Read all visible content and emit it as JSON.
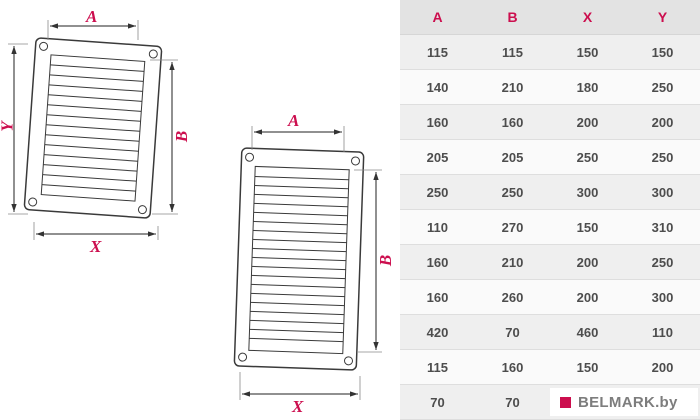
{
  "accent_color": "#cc0e4e",
  "diagram": {
    "grille1": {
      "label_a": "A",
      "label_y": "Y",
      "label_b": "B",
      "label_x": "X"
    },
    "grille2": {
      "label_a": "A",
      "label_b": "B",
      "label_x": "X"
    }
  },
  "table": {
    "columns": [
      "A",
      "B",
      "X",
      "Y"
    ],
    "rows": [
      [
        "115",
        "115",
        "150",
        "150"
      ],
      [
        "140",
        "210",
        "180",
        "250"
      ],
      [
        "160",
        "160",
        "200",
        "200"
      ],
      [
        "205",
        "205",
        "250",
        "250"
      ],
      [
        "250",
        "250",
        "300",
        "300"
      ],
      [
        "110",
        "270",
        "150",
        "310"
      ],
      [
        "160",
        "210",
        "200",
        "250"
      ],
      [
        "160",
        "260",
        "200",
        "300"
      ],
      [
        "420",
        "70",
        "460",
        "110"
      ],
      [
        "115",
        "160",
        "150",
        "200"
      ],
      [
        "70",
        "70",
        "",
        ""
      ]
    ]
  },
  "logo": {
    "text": "BELMARK.by"
  }
}
